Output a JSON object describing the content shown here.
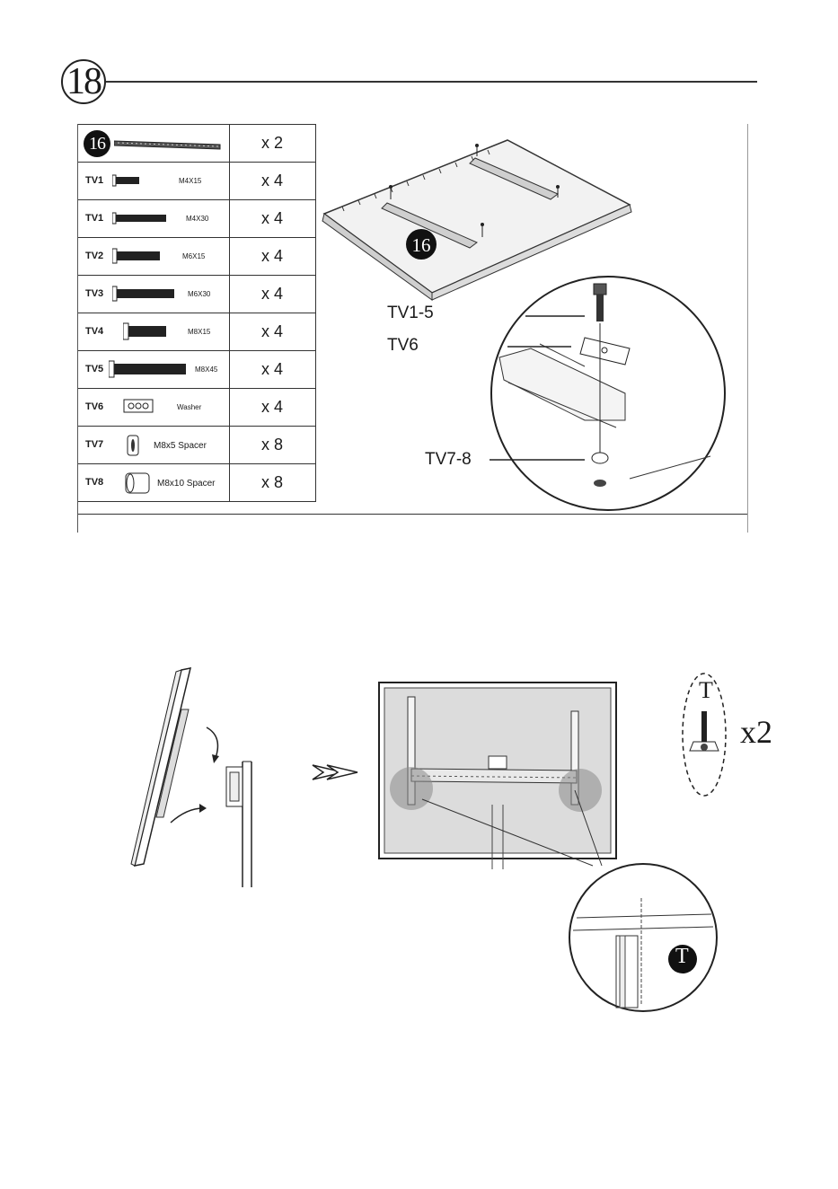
{
  "step": {
    "number": "18"
  },
  "parts": [
    {
      "code": "16",
      "size": "",
      "qty": "x 2"
    },
    {
      "code": "TV1",
      "size": "M4X15",
      "qty": "x 4"
    },
    {
      "code": "TV1",
      "size": "M4X30",
      "qty": "x 4"
    },
    {
      "code": "TV2",
      "size": "M6X15",
      "qty": "x 4"
    },
    {
      "code": "TV3",
      "size": "M6X30",
      "qty": "x 4"
    },
    {
      "code": "TV4",
      "size": "M8X15",
      "qty": "x 4"
    },
    {
      "code": "TV5",
      "size": "M8X45",
      "qty": "x 4"
    },
    {
      "code": "TV6",
      "size": "Washer",
      "qty": "x 4"
    },
    {
      "code": "TV7",
      "size": "M8x5 Spacer",
      "qty": "x 8"
    },
    {
      "code": "TV8",
      "size": "M8x10 Spacer",
      "qty": "x 8"
    }
  ],
  "diagram": {
    "bracket_badge": "16",
    "callout_screws": "TV1-5",
    "callout_washer": "TV6",
    "callout_spacer": "TV7-8"
  },
  "hang": {
    "tool_letter": "T",
    "tool_qty": "x2",
    "detail_badge": "T"
  }
}
